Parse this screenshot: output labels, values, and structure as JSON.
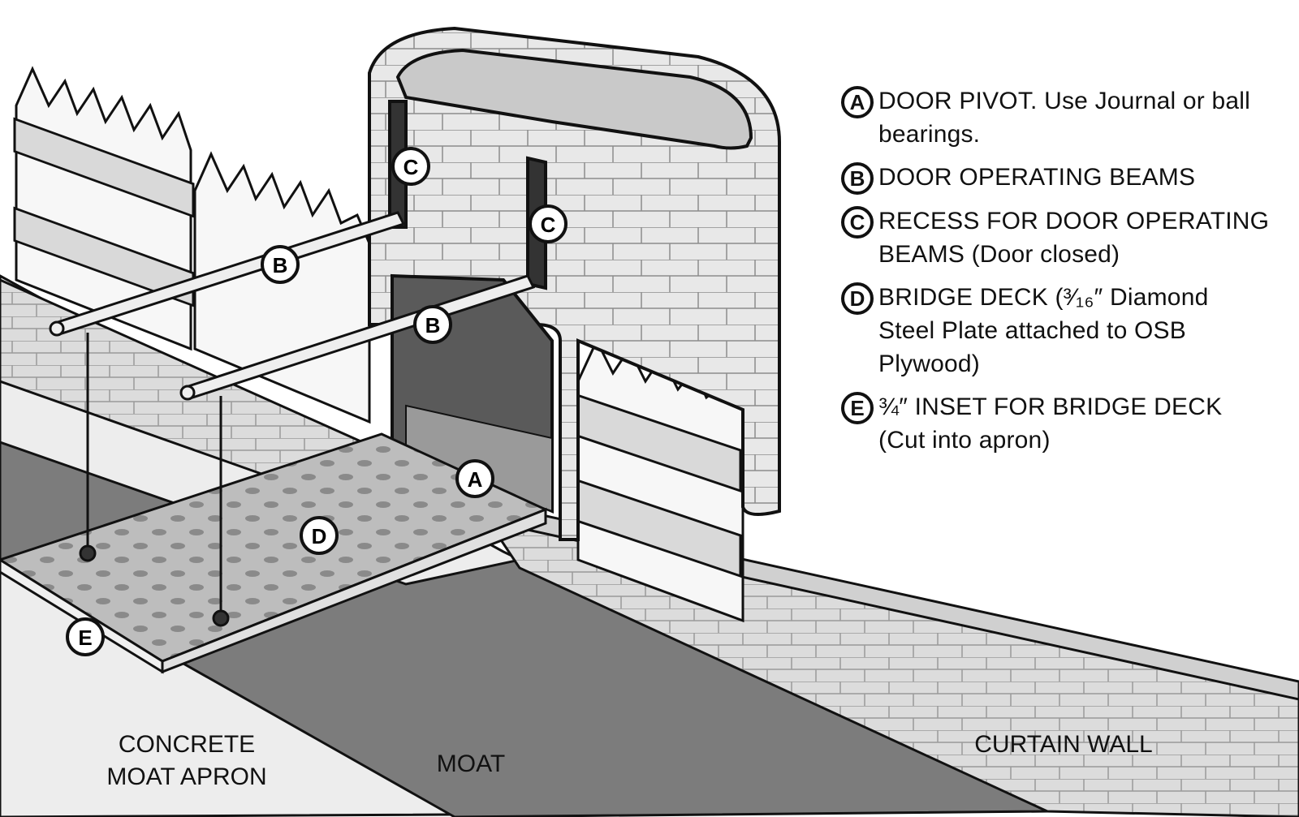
{
  "legend": [
    {
      "letter": "A",
      "text": "DOOR PIVOT. Use Journal or ball bearings."
    },
    {
      "letter": "B",
      "text": "DOOR OPERATING BEAMS"
    },
    {
      "letter": "C",
      "text": "RECESS FOR DOOR OPERATING BEAMS (Door closed)"
    },
    {
      "letter": "D",
      "text": "BRIDGE DECK (³⁄₁₆″ Diamond Steel Plate attached to OSB Plywood)"
    },
    {
      "letter": "E",
      "text": "¾″ INSET FOR BRIDGE DECK (Cut into apron)"
    }
  ],
  "labels": {
    "apron": "CONCRETE\nMOAT APRON",
    "moat": "MOAT",
    "curtain_wall": "CURTAIN WALL"
  },
  "callouts": {
    "a": "A",
    "b1": "B",
    "b2": "B",
    "c1": "C",
    "c2": "C",
    "d": "D",
    "e": "E"
  }
}
